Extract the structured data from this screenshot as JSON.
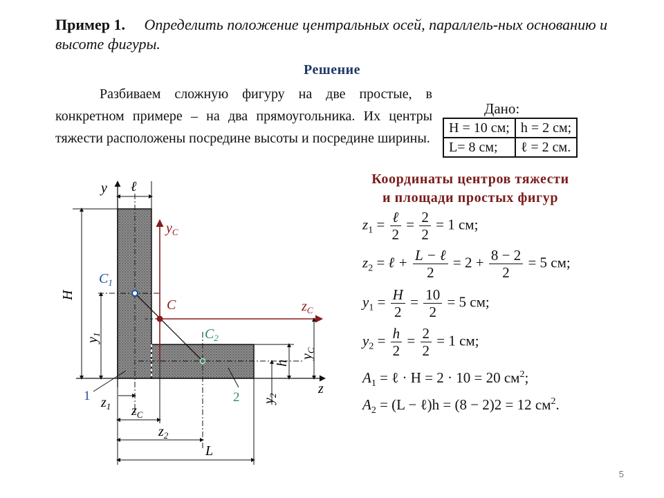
{
  "heading": {
    "label": "Пример 1.",
    "task": "Определить положение центральных осей, параллель-ных основанию и высоте фигуры."
  },
  "solution_title": "Решение",
  "paragraph": "Разбиваем сложную фигуру на две простые, в конкретном примере – на два прямоугольника. Их центры тяжести расположены посредине высоты и посредине ширины.",
  "given": {
    "title": "Дано:",
    "rows": [
      [
        "H = 10 см;",
        "h = 2 см;"
      ],
      [
        "L= 8 см;",
        "ℓ = 2 см."
      ]
    ]
  },
  "coords_title": {
    "line1": "Координаты центров тяжести",
    "line2": "и площади простых фигур"
  },
  "formulas": {
    "z1": {
      "lhs": "z",
      "sub": "1",
      "f1n": "ℓ",
      "f1d": "2",
      "f2n": "2",
      "f2d": "2",
      "res": "= 1 см;"
    },
    "z2": {
      "lhs": "z",
      "sub": "2",
      "pre": "ℓ +",
      "f1n": "L − ℓ",
      "f1d": "2",
      "mid": "= 2 +",
      "f2n": "8 − 2",
      "f2d": "2",
      "res": "= 5 см;"
    },
    "y1": {
      "lhs": "y",
      "sub": "1",
      "f1n": "H",
      "f1d": "2",
      "f2n": "10",
      "f2d": "2",
      "res": "= 5 см;"
    },
    "y2": {
      "lhs": "y",
      "sub": "2",
      "f1n": "h",
      "f1d": "2",
      "f2n": "2",
      "f2d": "2",
      "res": "= 1 см;"
    },
    "a1": {
      "lhs": "A",
      "sub": "1",
      "body": "= ℓ · H = 2 · 10 = 20 см",
      "sup": "2",
      "end": ";"
    },
    "a2": {
      "lhs": "A",
      "sub": "2",
      "body": "= (L − ℓ)h = (8 − 2)2 = 12 см",
      "sup": "2",
      "end": "."
    }
  },
  "figure": {
    "y": "y",
    "ell": "ℓ",
    "yc": "y",
    "yc_sub": "C",
    "H": "H",
    "C1": "C",
    "C1_sub": "1",
    "C": "C",
    "zc": "z",
    "zc_sub": "C",
    "C2": "C",
    "C2_sub": "2",
    "y1": "y",
    "y1_sub": "1",
    "h": "h",
    "ycdim": "y",
    "ycdim_sub": "C",
    "z": "z",
    "one": "1",
    "two": "2",
    "z1": "z",
    "z1_sub": "1",
    "zcdim": "z",
    "zcdim_sub": "C",
    "y2": "y",
    "y2_sub": "2",
    "z2": "z",
    "z2_sub": "2",
    "L": "L",
    "colors": {
      "axis_red": "#8b1a1a",
      "point_blue": "#1f4e9c",
      "point_green": "#2e8b57",
      "hatch": "#333333"
    }
  },
  "page_number": "5"
}
